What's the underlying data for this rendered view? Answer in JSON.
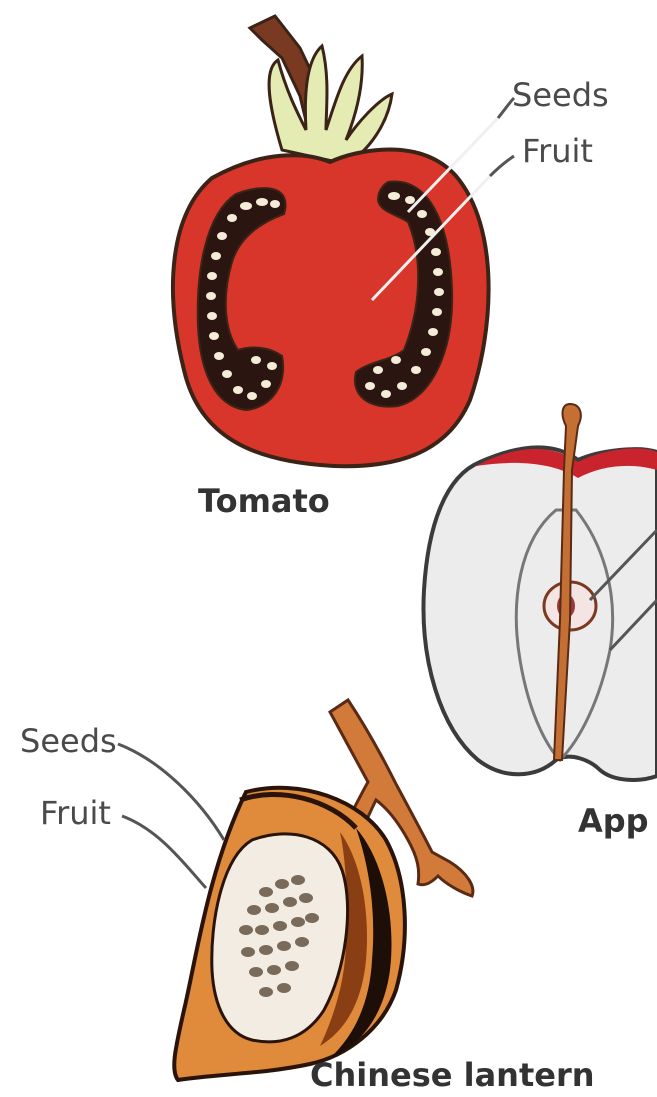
{
  "tomato": {
    "caption": "Tomato",
    "seeds_label": "Seeds",
    "fruit_label": "Fruit"
  },
  "apple": {
    "caption": "App"
  },
  "lantern": {
    "caption": "Chinese lantern",
    "seeds_label": "Seeds",
    "fruit_label": "Fruit"
  },
  "colors": {
    "tomato_flesh": "#d9362b",
    "tomato_outline": "#3b2317",
    "seed": "#f4ecd8",
    "stem_brown": "#7a3a22",
    "sepal_green": "#e4ecb4",
    "apple_skin": "#c9232e",
    "apple_flesh": "#ececec",
    "lantern_orange": "#e08a3c",
    "lantern_dark": "#8a3e14"
  }
}
